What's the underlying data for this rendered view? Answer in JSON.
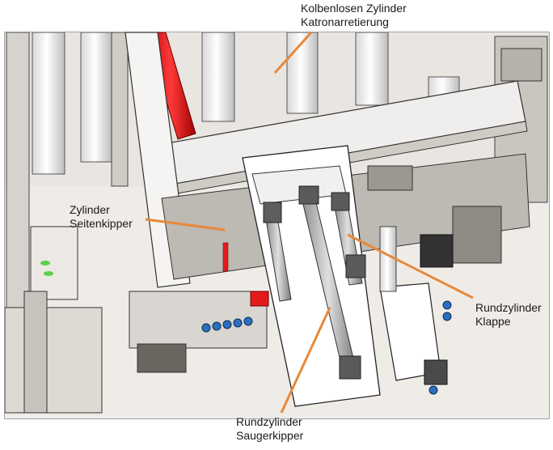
{
  "labels": {
    "kolbenlosen": {
      "line1": "Kolbenlosen Zylinder",
      "line2": "Katronarretierung"
    },
    "seitenkipper": {
      "line1": "Zylinder",
      "line2": "Seitenkipper"
    },
    "klappe": {
      "line1": "Rundzylinder",
      "line2": "Klappe"
    },
    "saugerkipper": {
      "line1": "Rundzylinder",
      "line2": "Saugerkipper"
    }
  },
  "colors": {
    "leader": "#e8893a",
    "red_part": "#e31b1b",
    "accent_green": "#5bd14a",
    "fitting_blue": "#2b6fbf"
  }
}
